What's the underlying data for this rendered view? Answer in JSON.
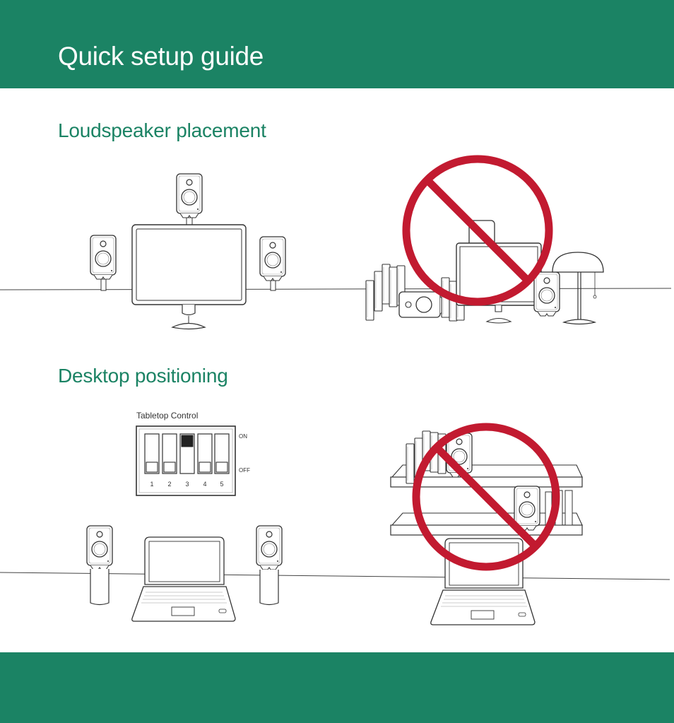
{
  "header": {
    "title": "Quick setup guide"
  },
  "sections": [
    {
      "title": "Loudspeaker placement"
    },
    {
      "title": "Desktop positioning"
    }
  ],
  "tabletop_control": {
    "title": "Tabletop Control",
    "on_label": "ON",
    "off_label": "OFF",
    "switches": [
      "1",
      "2",
      "3",
      "4",
      "5"
    ]
  },
  "colors": {
    "brand": "#1b8364",
    "prohibit": "#c21a30"
  },
  "icons": [
    "prohibit-icon",
    "loudspeaker-icon",
    "monitor-icon",
    "laptop-icon",
    "lamp-icon",
    "books-icon",
    "shelf-icon"
  ]
}
